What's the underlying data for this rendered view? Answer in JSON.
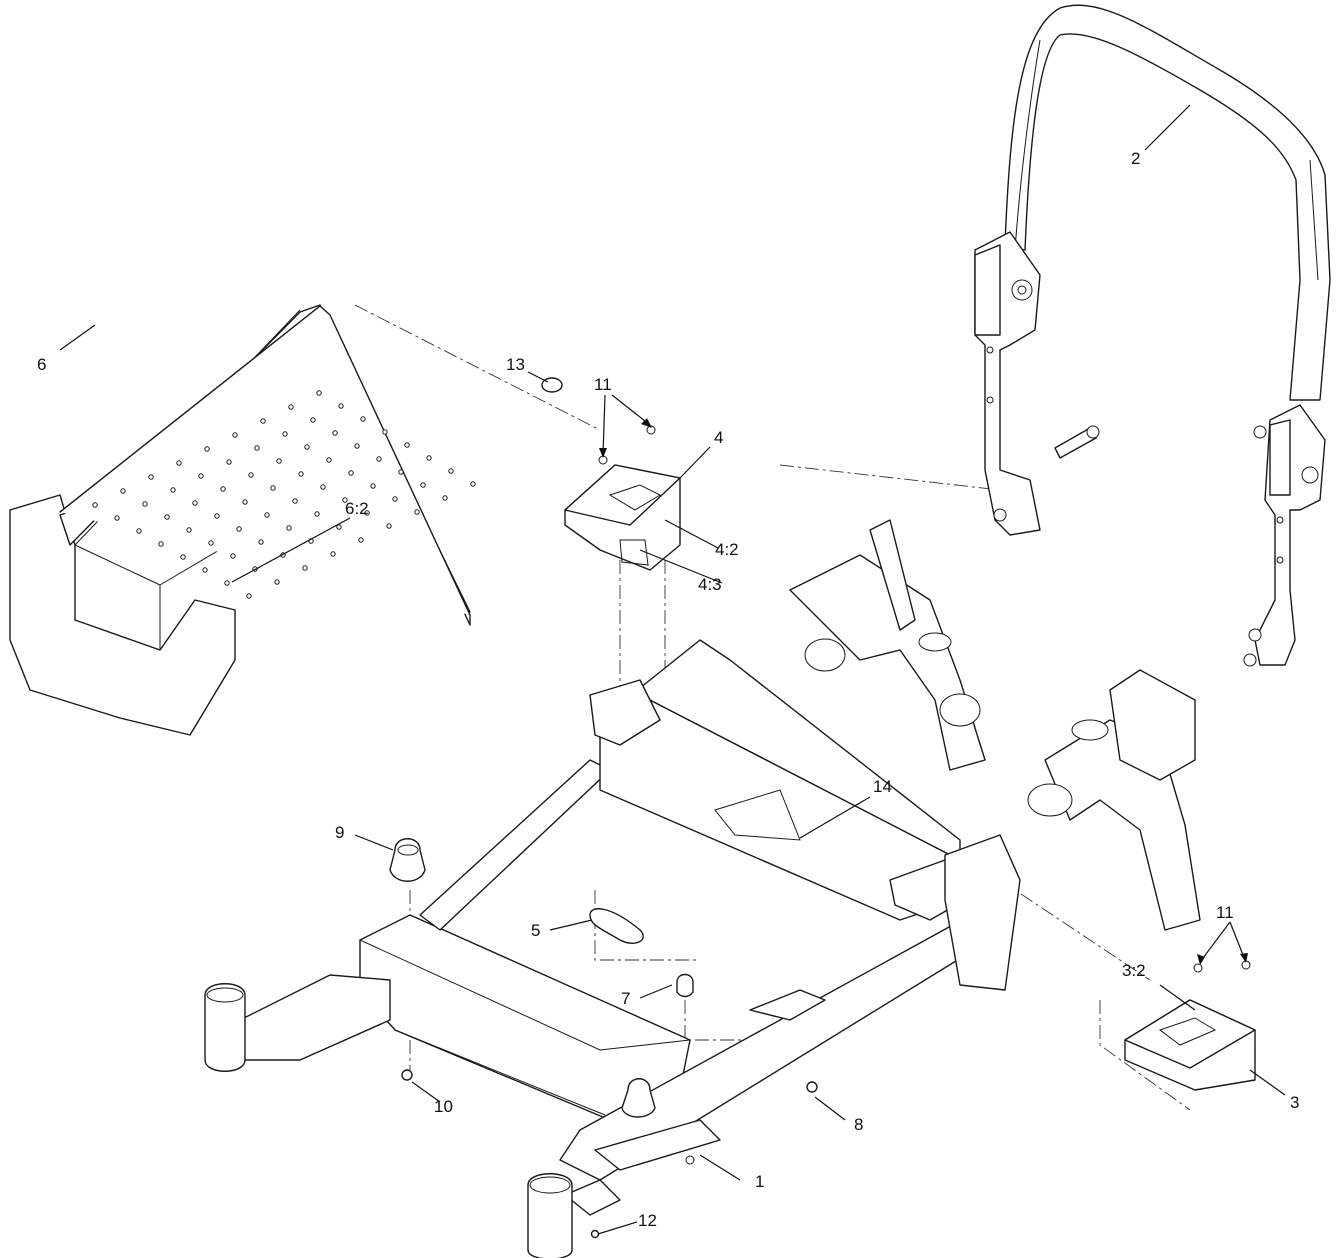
{
  "callouts": {
    "c1": "1",
    "c2": "2",
    "c3": "3",
    "c3_2": "3:2",
    "c4": "4",
    "c4_2": "4:2",
    "c4_3": "4:3",
    "c5": "5",
    "c6": "6",
    "c6_2": "6:2",
    "c7": "7",
    "c8": "8",
    "c9": "9",
    "c10": "10",
    "c11_top": "11",
    "c11_right": "11",
    "c12": "12",
    "c13": "13",
    "c14": "14"
  }
}
